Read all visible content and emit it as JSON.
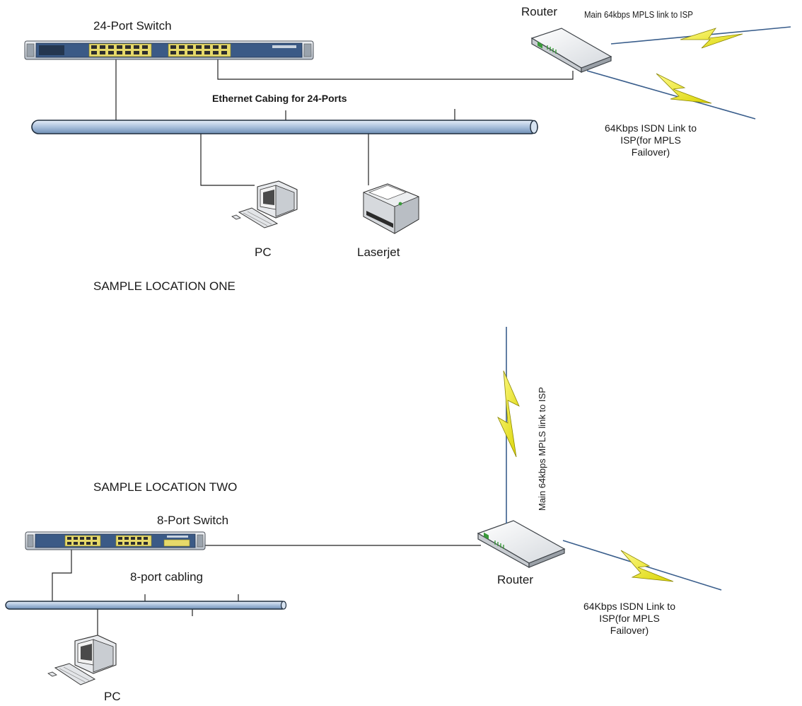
{
  "location_one": {
    "section_label": "SAMPLE LOCATION ONE",
    "switch_label": "24-Port Switch",
    "cabling_label": "Ethernet Cabing for 24-Ports",
    "router_label": "Router",
    "mpls_label": "Main 64kbps MPLS  link to ISP",
    "isdn_label_lines": [
      "64Kbps ISDN Link to",
      "ISP(for MPLS",
      "Failover)"
    ],
    "pc_label": "PC",
    "printer_label": "Laserjet"
  },
  "location_two": {
    "section_label": "SAMPLE LOCATION TWO",
    "switch_label": "8-Port Switch",
    "cabling_label": "8-port cabling",
    "router_label": "Router",
    "mpls_label": "Main 64kbps MPLS  link to ISP",
    "isdn_label_lines": [
      "64Kbps ISDN Link to",
      "ISP(for MPLS",
      "Failover)"
    ],
    "pc_label": "PC"
  },
  "colors": {
    "cable_fill": "#b9cde5",
    "cable_stroke": "#1f2d3d",
    "bolt_fill": "#f5f01a",
    "link_line": "#3a5e8c",
    "switch_body": "#3b5a86"
  },
  "icons": {
    "switch": "network-switch-icon",
    "router": "router-icon",
    "pc": "desktop-pc-icon",
    "printer": "laser-printer-icon",
    "wan_link": "lightning-bolt-icon"
  }
}
